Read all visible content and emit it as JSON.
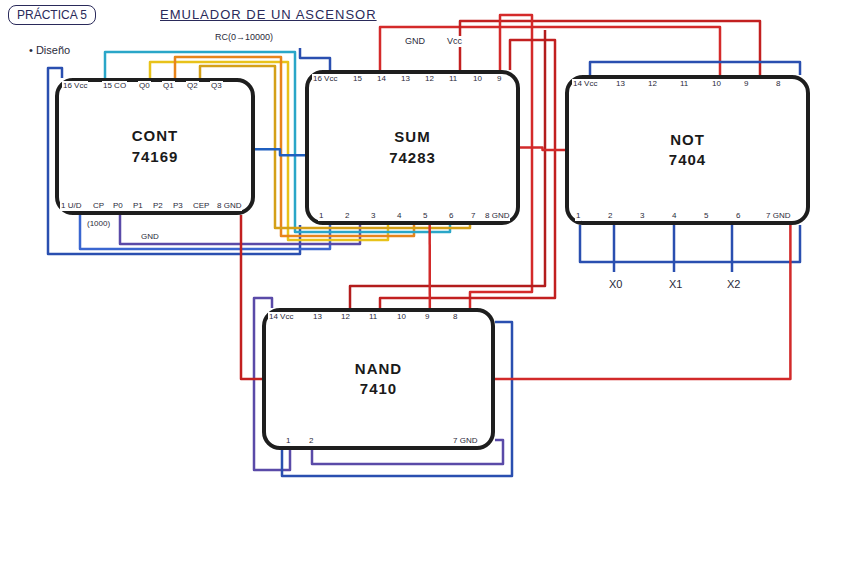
{
  "diagram": {
    "title": "EMULADOR DE UN ASCENSOR",
    "nodes": [
      {
        "text": [
          "PRÁCTICA 5"
        ]
      },
      {
        "text": [
          "CONT 74169"
        ]
      },
      {
        "text": [
          "SUM 74283"
        ]
      },
      {
        "text": [
          "NOT 7404"
        ]
      },
      {
        "text": [
          "NAND 7410"
        ]
      }
    ],
    "edges": [
      {
        "from": 1,
        "to": 2,
        "arrow": "none"
      },
      {
        "from": 2,
        "to": 3,
        "arrow": "none"
      },
      {
        "from": 3,
        "to": 4,
        "arrow": "none"
      },
      {
        "from": 1,
        "to": 4,
        "arrow": "none"
      },
      {
        "from": 2,
        "to": 4,
        "arrow": "none"
      }
    ],
    "labels": [
      "• Diseño",
      "16 Vcc",
      "15 CO",
      "Q0",
      "Q1",
      "Q2",
      "Q3",
      "RC(0→10000)",
      "1 U/D",
      "CP",
      "P0",
      "P1",
      "P2",
      "P3",
      "CEP",
      "8 GND",
      "(1000)",
      "GND",
      "GND",
      "Vcc",
      "16 Vcc",
      "15",
      "14",
      "13",
      "12",
      "11",
      "10",
      "9",
      "1",
      "2",
      "3",
      "4",
      "5",
      "6",
      "7",
      "8 GND",
      "14 Vcc",
      "13",
      "12",
      "11",
      "10",
      "9",
      "8",
      "1",
      "2",
      "3",
      "4",
      "5",
      "6",
      "7 GND",
      "X0",
      "X1",
      "X2",
      "14 Vcc",
      "13",
      "12",
      "11",
      "10",
      "9",
      "8",
      "1",
      "2",
      "7 GND"
    ]
  }
}
